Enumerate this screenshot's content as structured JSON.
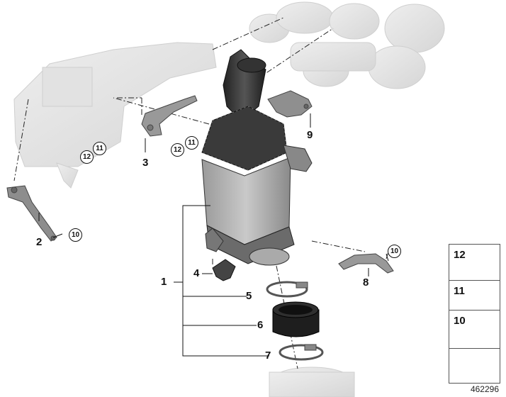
{
  "diagram_id": "462296",
  "callouts": {
    "c1": "1",
    "c2": "2",
    "c3": "3",
    "c4": "4",
    "c5": "5",
    "c6": "6",
    "c7": "7",
    "c8": "8",
    "c9": "9"
  },
  "circled": {
    "c10_a": "10",
    "c10_b": "10",
    "c11_a": "11",
    "c11_b": "11",
    "c12_a": "12",
    "c12_b": "12"
  },
  "legend": {
    "item_12": "12",
    "item_11": "11",
    "item_10": "10"
  }
}
